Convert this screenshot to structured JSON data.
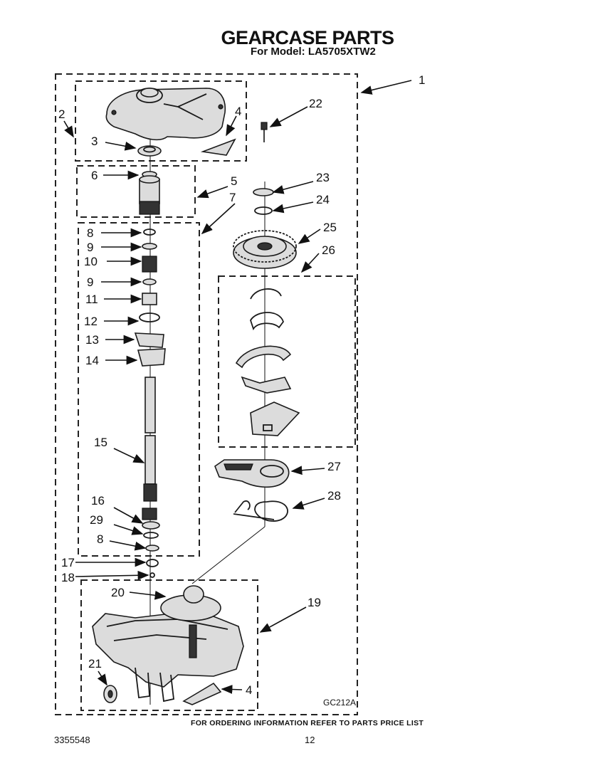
{
  "header": {
    "title": "GEARCASE PARTS",
    "subtitle": "For Model: LA5705XTW2"
  },
  "diagram": {
    "callouts": [
      "1",
      "2",
      "3",
      "4",
      "5",
      "6",
      "7",
      "8",
      "9",
      "10",
      "9",
      "11",
      "12",
      "13",
      "14",
      "15",
      "16",
      "29",
      "8",
      "17",
      "18",
      "20",
      "19",
      "21",
      "4",
      "22",
      "23",
      "24",
      "25",
      "26",
      "27",
      "28"
    ],
    "drawing_code": "GC212A"
  },
  "footer": {
    "ordering_note": "FOR ORDERING INFORMATION REFER TO PARTS PRICE LIST",
    "doc_number": "3355548",
    "page_number": "12"
  }
}
